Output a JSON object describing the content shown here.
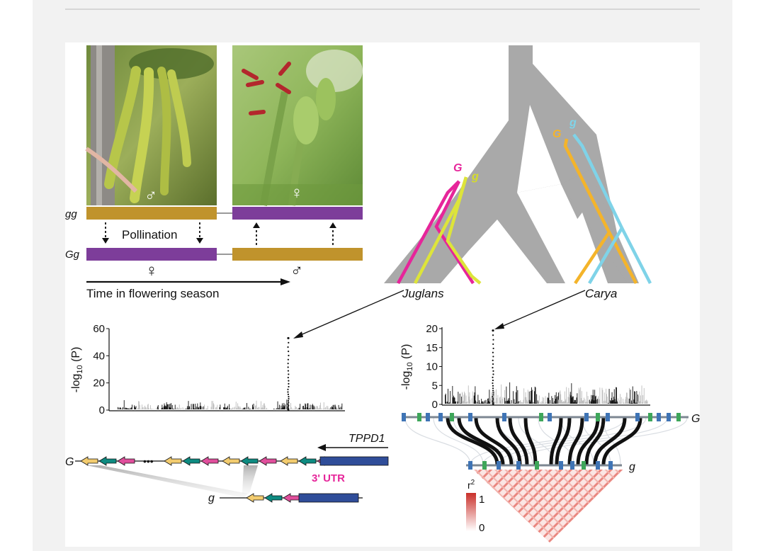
{
  "panel_a": {
    "row1_genotype": "gg",
    "row2_genotype": "Gg",
    "pollination_label": "Pollination",
    "time_label": "Time in flowering season",
    "male_symbol": "♂",
    "female_symbol": "♀",
    "colors": {
      "gold": "#c0932c",
      "purple": "#7d3d9a"
    }
  },
  "tree": {
    "left_genus": "Juglans",
    "right_genus": "Carya",
    "allele_G": "G",
    "allele_g": "g",
    "colors": {
      "trunk": "#a9a9a9",
      "magenta": "#e6259a",
      "yellow": "#dde43a",
      "orange": "#f4b42a",
      "cyan": "#7fd3e8"
    }
  },
  "manhattan_left": {
    "ylabel": "-log10 (P)",
    "ylabel_main": "-log",
    "ylabel_sub": "10",
    "ylabel_tail": " (P)",
    "ticks": [
      "60",
      "40",
      "20",
      "0"
    ]
  },
  "manhattan_right": {
    "ylabel_main": "-log",
    "ylabel_sub": "10",
    "ylabel_tail": " (P)",
    "ticks": [
      "20",
      "15",
      "10",
      "5",
      "0"
    ]
  },
  "chart_data": [
    {
      "type": "scatter",
      "title": "",
      "xlabel": "",
      "ylabel": "-log10 (P)",
      "ylim": [
        0,
        60
      ],
      "peak": {
        "value": 53
      },
      "background_max": 8
    },
    {
      "type": "scatter",
      "title": "",
      "xlabel": "",
      "ylabel": "-log10 (P)",
      "ylim": [
        0,
        20
      ],
      "peak": {
        "value": 19.5
      },
      "background_max": 6
    }
  ],
  "gene_map": {
    "haplotype_G": "G",
    "haplotype_g": "g",
    "gene_label": "TPPD1",
    "utr_label": "3' UTR",
    "ellipsis": "•••",
    "colors": {
      "yellow": "#f3cc6f",
      "teal": "#0e8b81",
      "pink": "#e04f9c",
      "blue": "#2f4d99"
    }
  },
  "ld_panel": {
    "hap_top": "G",
    "hap_bottom": "g",
    "legend_title": "r",
    "legend_sup": "2",
    "legend_max": "1",
    "legend_min": "0",
    "colors": {
      "blue": "#3f74b5",
      "green": "#3ea65a",
      "red": "#d9342b"
    }
  }
}
